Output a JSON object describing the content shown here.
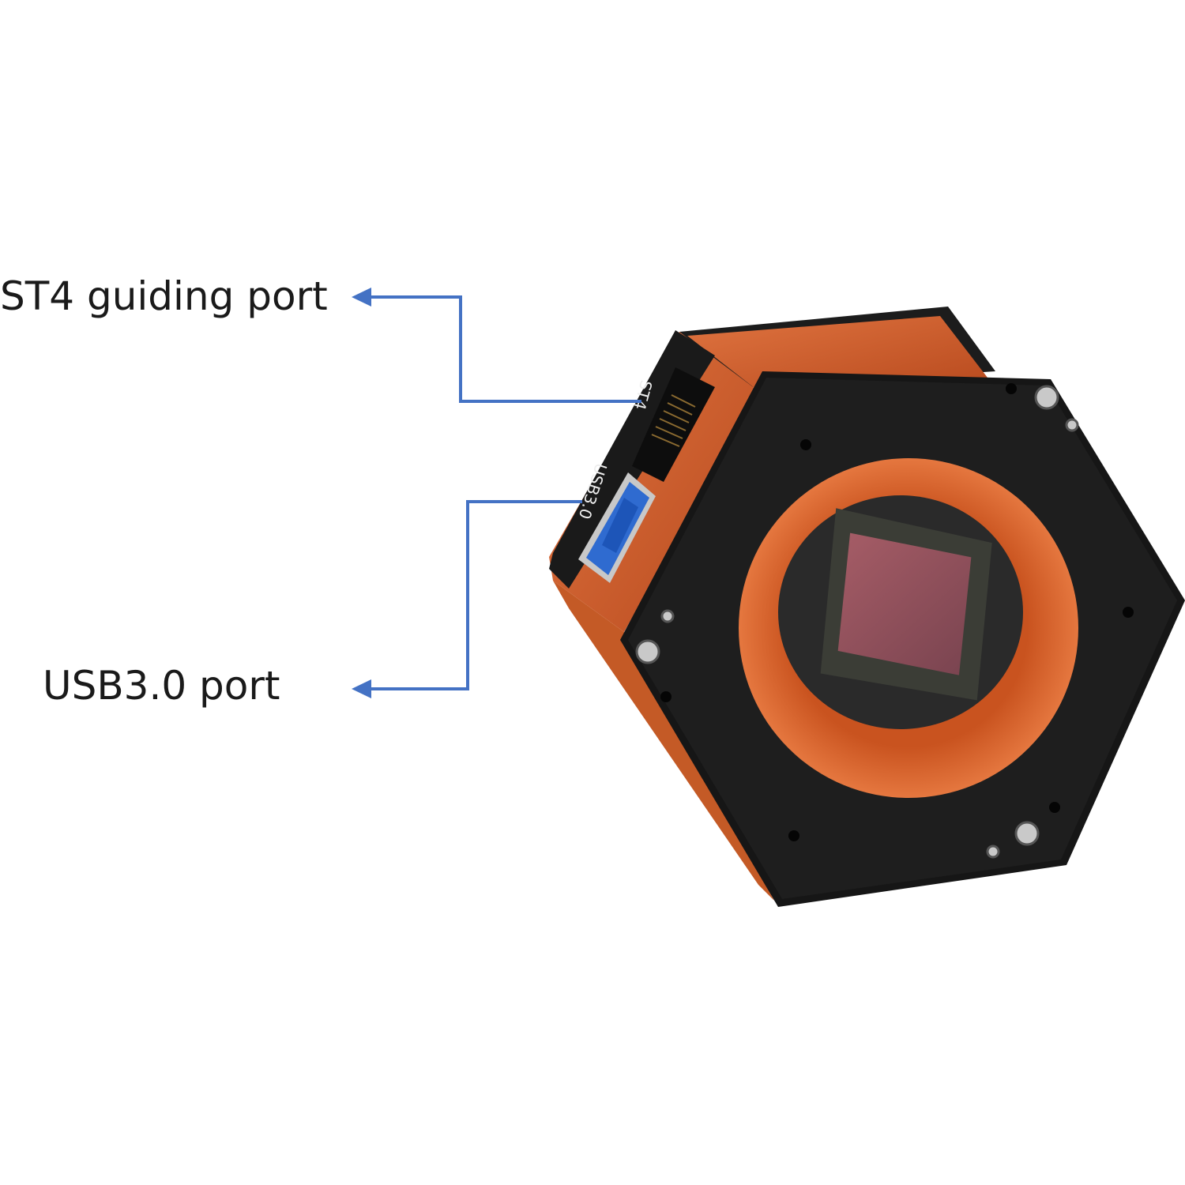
{
  "callouts": [
    {
      "label": "ST4 guiding port"
    },
    {
      "label": "USB3.0 port"
    }
  ],
  "camera": {
    "port_labels": {
      "st4": "ST4",
      "usb": "USB3.0"
    }
  },
  "colors": {
    "arrow": "#4472C4",
    "body": "#D8642E",
    "plate": "#161616",
    "usb_port": "#2F6BD0",
    "sensor": "#8A4F58"
  }
}
